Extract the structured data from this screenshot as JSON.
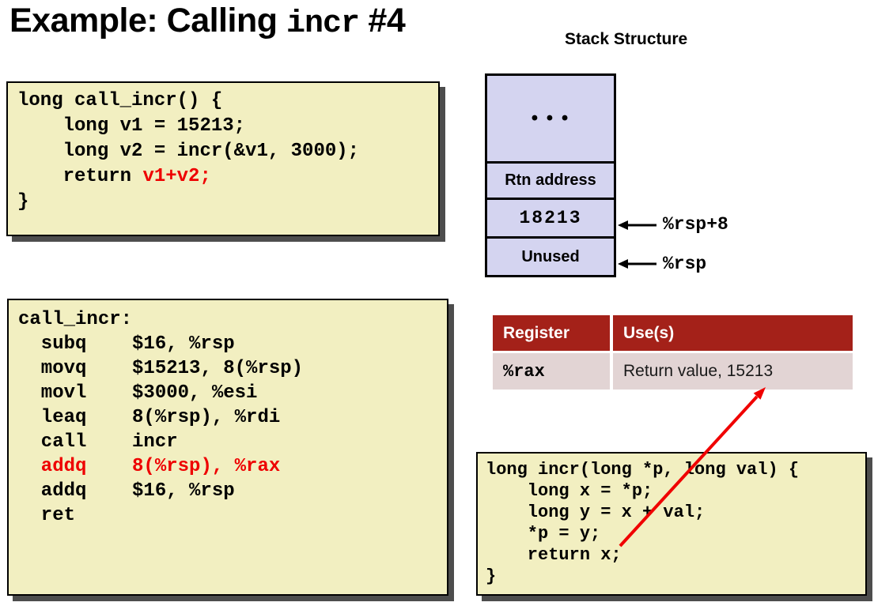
{
  "title": {
    "part1": "Example: Calling ",
    "mono": "incr",
    "part2": " #4"
  },
  "stack": {
    "heading": "Stack Structure",
    "cells": {
      "dots": "• • •",
      "rtn": "Rtn address",
      "value": "18213",
      "unused": "Unused"
    },
    "pointers": {
      "rsp8": "%rsp+8",
      "rsp": "%rsp"
    }
  },
  "code_blocks": {
    "call_incr_c": [
      [
        {
          "text": "long call_incr() {"
        }
      ],
      [
        {
          "text": "    long v1 = 15213;"
        }
      ],
      [
        {
          "text": "    long v2 = incr(&v1, 3000);"
        }
      ],
      [
        {
          "text": "    return "
        },
        {
          "text": "v1+v2;",
          "highlight": true
        }
      ],
      [
        {
          "text": "}"
        }
      ]
    ],
    "call_incr_asm": [
      [
        {
          "text": "call_incr:"
        }
      ],
      [
        {
          "text": "  subq    $16, %rsp"
        }
      ],
      [
        {
          "text": "  movq    $15213, 8(%rsp)"
        }
      ],
      [
        {
          "text": "  movl    $3000, %esi"
        }
      ],
      [
        {
          "text": "  leaq    8(%rsp), %rdi"
        }
      ],
      [
        {
          "text": "  call    incr"
        }
      ],
      [
        {
          "text": "  addq    8(%rsp), %rax",
          "highlight": true
        }
      ],
      [
        {
          "text": "  addq    $16, %rsp"
        }
      ],
      [
        {
          "text": "  ret"
        }
      ]
    ],
    "incr_c": [
      [
        {
          "text": "long incr(long *p, long val) {"
        }
      ],
      [
        {
          "text": "    long x = *p;"
        }
      ],
      [
        {
          "text": "    long y = x + val;"
        }
      ],
      [
        {
          "text": "    *p = y;"
        }
      ],
      [
        {
          "text": "    return x;"
        }
      ],
      [
        {
          "text": "}"
        }
      ]
    ]
  },
  "register_table": {
    "headers": [
      "Register",
      "Use(s)"
    ],
    "rows": [
      {
        "register": "%rax",
        "use": "Return value, 15213"
      }
    ]
  },
  "colors": {
    "header_red": "#A42119",
    "code_bg": "#F2EFC1",
    "stack_bg": "#D4D4F0",
    "row_bg": "#E2D4D4",
    "highlight_red": "#EE0000",
    "arrow_red": "#F00000",
    "shadow_gray": "#4D4D4D"
  }
}
